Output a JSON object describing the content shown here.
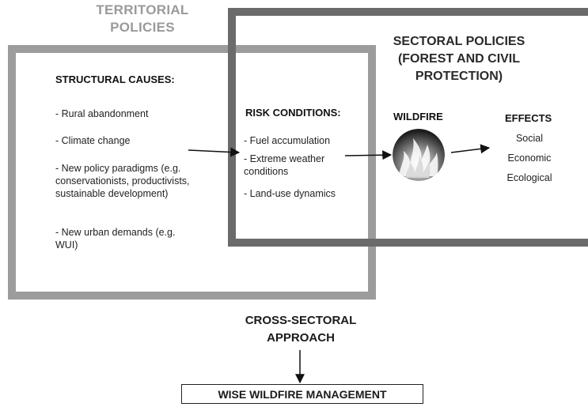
{
  "territorial": {
    "title_line1": "TERRITORIAL",
    "title_line2": "POLICIES"
  },
  "sectoral": {
    "title_line1": "SECTORAL POLICIES",
    "title_line2": "(FOREST AND CIVIL",
    "title_line3": "PROTECTION)"
  },
  "structural": {
    "heading": "STRUCTURAL CAUSES:",
    "items": [
      "- Rural abandonment",
      "- Climate change",
      "- New policy paradigms (e.g. conservationists, productivists, sustainable development)",
      "- New urban demands (e.g. WUI)"
    ]
  },
  "risk": {
    "heading": "RISK CONDITIONS:",
    "items": [
      "- Fuel accumulation",
      "- Extreme weather conditions",
      "- Land-use dynamics"
    ]
  },
  "wildfire": {
    "heading": "WILDFIRE",
    "icon": "fire-icon"
  },
  "effects": {
    "heading": "EFFECTS",
    "items": [
      "Social",
      "Economic",
      "Ecological"
    ]
  },
  "approach": {
    "line1": "CROSS-SECTORAL",
    "line2": "APPROACH"
  },
  "management": {
    "label": "WISE WILDFIRE MANAGEMENT"
  },
  "colors": {
    "territorial_border": "#9c9c9c",
    "sectoral_border": "#6b6b6b",
    "text": "#1a1a1a"
  }
}
